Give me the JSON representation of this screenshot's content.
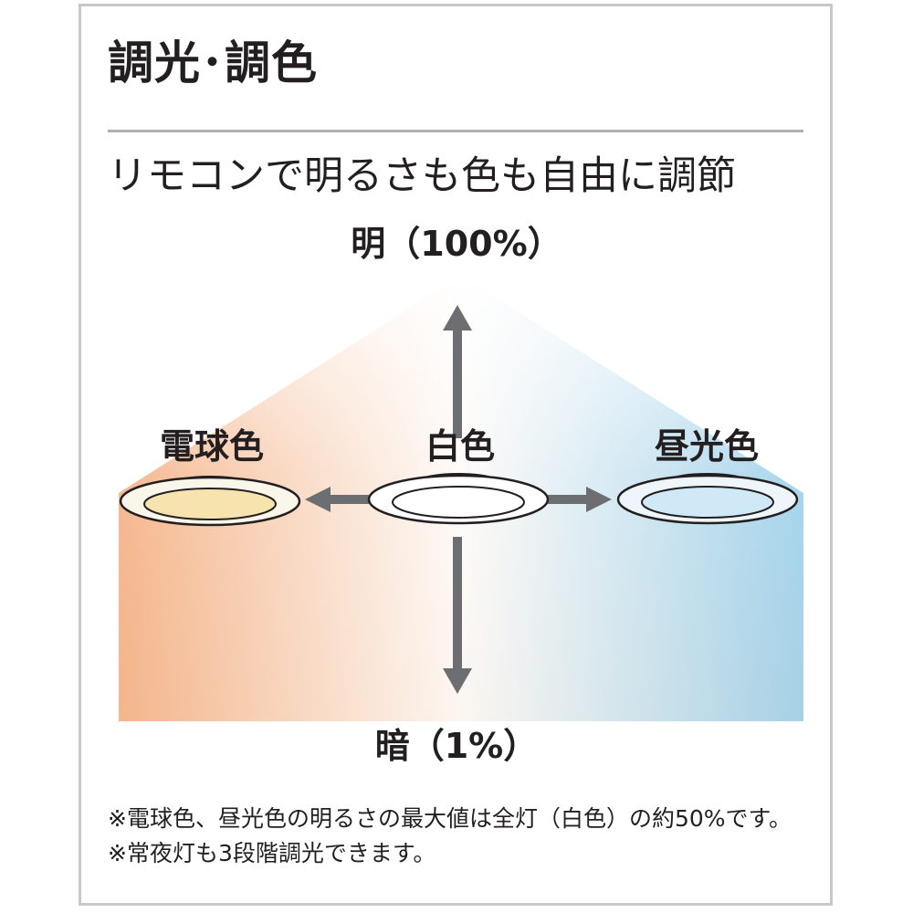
{
  "title": "調光･調色",
  "subtitle": "リモコンで明るさも色も自由に調節",
  "brightness": {
    "max_label": "明（100%）",
    "min_label": "暗（1%）"
  },
  "modes": {
    "warm": "電球色",
    "white": "白色",
    "daylight": "昼光色"
  },
  "colors": {
    "warm": "#f4a877",
    "white": "#ffffff",
    "daylight": "#8dcdef",
    "arrow": "#6d6e71",
    "rule": "#aeb0b3",
    "frame": "#c8c8ca"
  },
  "notes": [
    "※電球色、昼光色の明るさの最大値は全灯（白色）の約50%です。",
    "※常夜灯も3段階調光できます。"
  ]
}
